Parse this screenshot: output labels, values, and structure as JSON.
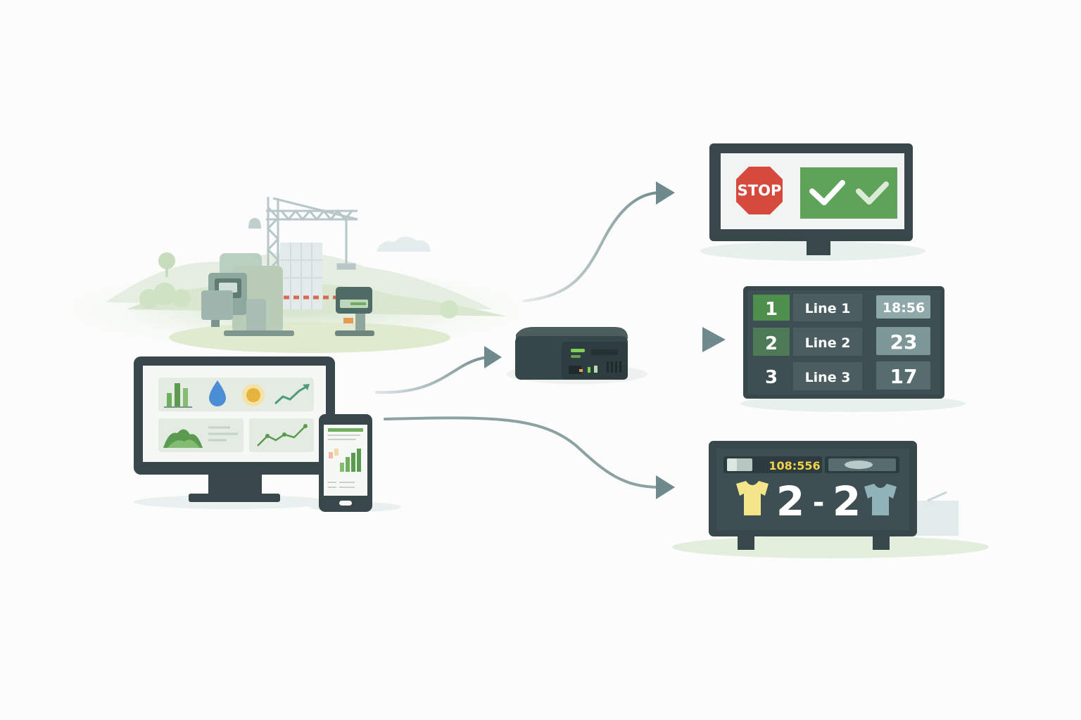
{
  "sign": {
    "stop_text": "STOP"
  },
  "queue_board": {
    "rows": [
      {
        "number": "1",
        "label": "Line 1",
        "value": "18:56"
      },
      {
        "number": "2",
        "label": "Line 2",
        "value": "23"
      },
      {
        "number": "3",
        "label": "Line 3",
        "value": "17"
      }
    ]
  },
  "scoreboard": {
    "timer": "108:556",
    "home_score": "2",
    "separator": "-",
    "away_score": "2"
  },
  "colors": {
    "screen_frame": "#37474a",
    "panel_dark": "#3d4f52",
    "accent_green": "#5fa35a",
    "stop_red": "#d64a3e",
    "arrow": "#6f8a8c",
    "timer_yellow": "#f2d24a",
    "home_shirt": "#f4e58a",
    "away_shirt": "#8fb3b8"
  },
  "icons": [
    "construction-crane-icon",
    "gas-meter-icon",
    "parking-barrier-icon",
    "bar-chart-icon",
    "water-drop-icon",
    "sun-icon",
    "trend-line-icon",
    "area-chart-icon",
    "check-icon",
    "stop-sign-icon",
    "shirt-icon"
  ]
}
